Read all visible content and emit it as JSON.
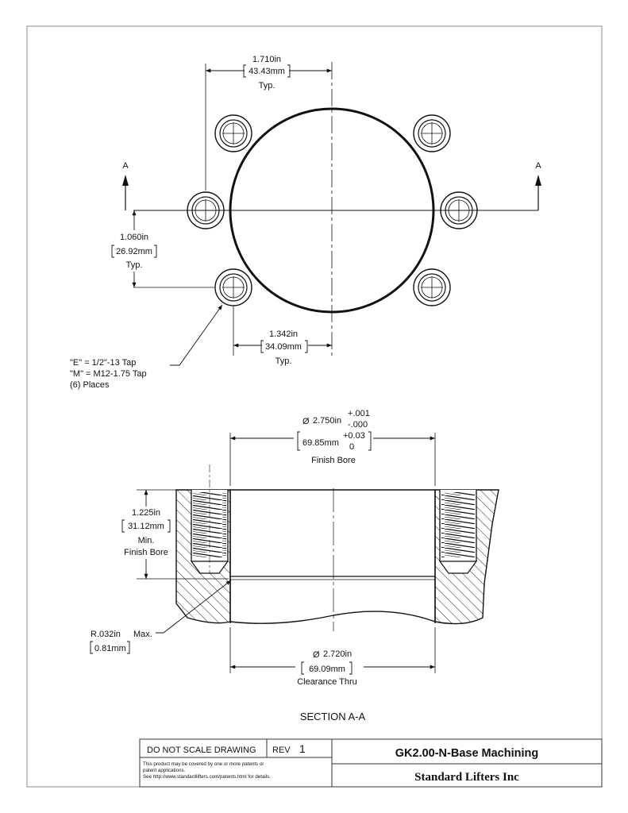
{
  "top_view": {
    "dim_horizontal_top": {
      "inch": "1.710in",
      "mm": "43.43mm",
      "note": "Typ."
    },
    "dim_vertical": {
      "inch": "1.060in",
      "mm": "26.92mm",
      "note": "Typ."
    },
    "dim_horizontal_bottom": {
      "inch": "1.342in",
      "mm": "34.09mm",
      "note": "Typ."
    },
    "section_marker": "A",
    "tap_callout": {
      "line1": "\"E\" = 1/2\"-13 Tap",
      "line2": "\"M\" = M12-1.75 Tap",
      "line3": "(6) Places"
    }
  },
  "section_view": {
    "finish_bore": {
      "diameter_symbol": "Ø",
      "inch": "2.750in",
      "tol_plus_in": "+.001",
      "tol_minus_in": "-.000",
      "mm": "69.85mm",
      "tol_plus_mm": "+0.03",
      "tol_minus_mm": "0",
      "label": "Finish Bore"
    },
    "depth": {
      "inch": "1.225in",
      "mm": "31.12mm",
      "note1": "Min.",
      "note2": "Finish Bore"
    },
    "radius": {
      "inch": "R.032in",
      "note": "Max.",
      "mm": "0.81mm"
    },
    "clearance": {
      "diameter_symbol": "Ø",
      "inch": "2.720in",
      "mm": "69.09mm",
      "label": "Clearance Thru"
    },
    "section_label": "SECTION A-A"
  },
  "title_block": {
    "do_not_scale": "DO NOT SCALE DRAWING",
    "rev_label": "REV",
    "rev_value": "1",
    "patent_line1": "This product may be covered by one or more patents or",
    "patent_line2": "patent applications.",
    "patent_line3": "See http://www.standardlifters.com/patents.html for details.",
    "title": "GK2.00-N-Base Machining",
    "company": "Standard Lifters Inc"
  }
}
